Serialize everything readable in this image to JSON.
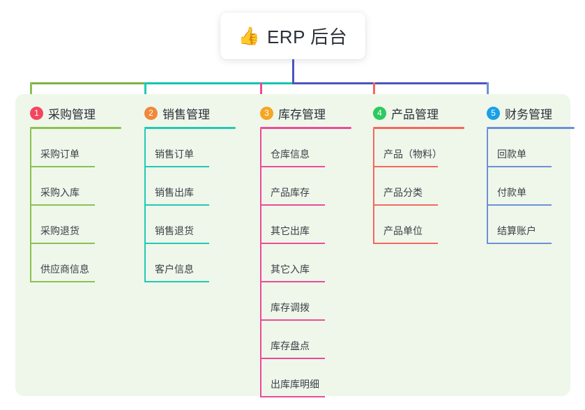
{
  "root": {
    "emoji": "👍",
    "emoji_name": "thumbs-up-icon",
    "title": "ERP 后台"
  },
  "palette": {
    "panel_bg": "#eef7ea",
    "page_bg": "#ffffff",
    "text": "#2b2f38",
    "trunk": "#4a55c0",
    "bus_left": "#7cb342",
    "bus_mid": "#15c5ad",
    "bus_right": "#4a55c0"
  },
  "columns": [
    {
      "index": "1",
      "title": "采购管理",
      "badge_color": "#f4455f",
      "line_color": "#8cc152",
      "items": [
        {
          "label": "采购订单"
        },
        {
          "label": "采购入库"
        },
        {
          "label": "采购退货"
        },
        {
          "label": "供应商信息"
        }
      ]
    },
    {
      "index": "2",
      "title": "销售管理",
      "badge_color": "#f0883a",
      "line_color": "#22c9b5",
      "items": [
        {
          "label": "销售订单"
        },
        {
          "label": "销售出库"
        },
        {
          "label": "销售退货"
        },
        {
          "label": "客户信息"
        }
      ]
    },
    {
      "index": "3",
      "title": "库存管理",
      "badge_color": "#f5a623",
      "line_color": "#ea4c98",
      "items": [
        {
          "label": "仓库信息"
        },
        {
          "label": "产品库存"
        },
        {
          "label": "其它出库"
        },
        {
          "label": "其它入库"
        },
        {
          "label": "库存调拨"
        },
        {
          "label": "库存盘点"
        },
        {
          "label": "出库库明细"
        }
      ]
    },
    {
      "index": "4",
      "title": "产品管理",
      "badge_color": "#2ec95f",
      "line_color": "#f5665f",
      "items": [
        {
          "label": "产品（物料）"
        },
        {
          "label": "产品分类"
        },
        {
          "label": "产品单位"
        }
      ]
    },
    {
      "index": "5",
      "title": "财务管理",
      "badge_color": "#18a0e8",
      "line_color": "#6e8fd8",
      "items": [
        {
          "label": "回款单"
        },
        {
          "label": "付款单"
        },
        {
          "label": "结算账户"
        }
      ]
    }
  ]
}
